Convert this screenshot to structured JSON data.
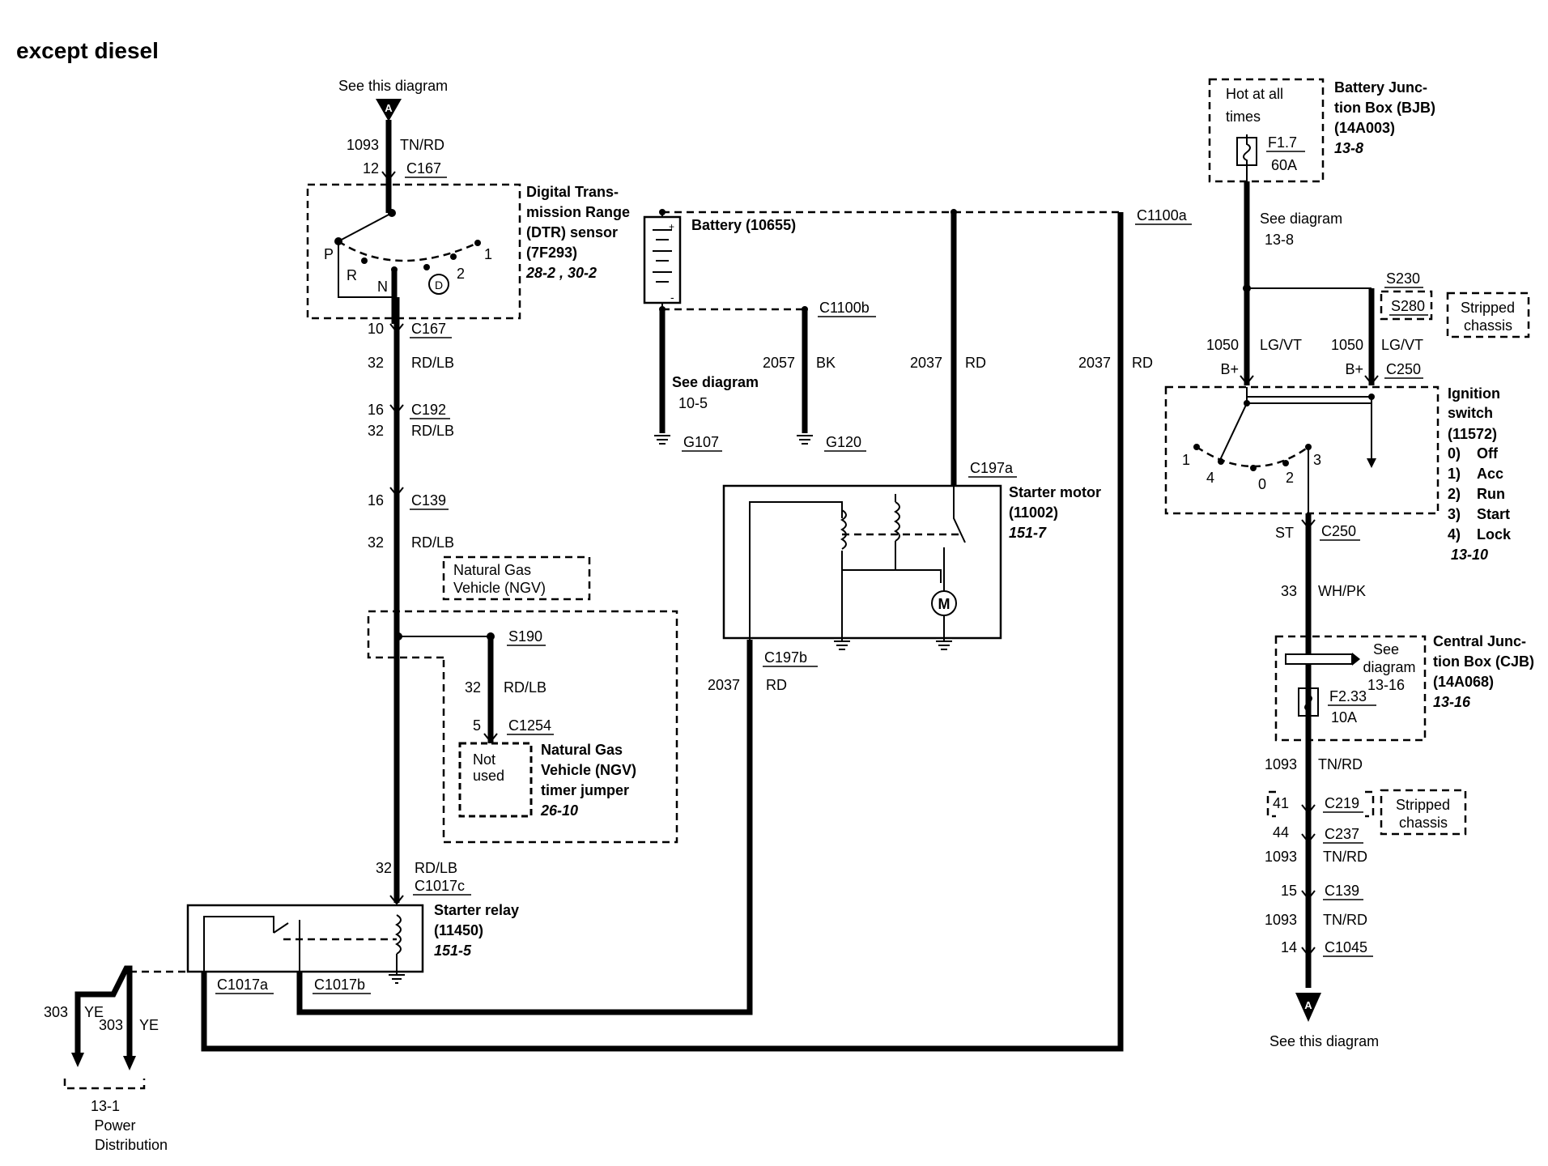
{
  "title": "except diesel",
  "connector_a": {
    "letter": "A",
    "top_text": "See this diagram",
    "bottom_text": "See this diagram"
  },
  "dtr_sensor": {
    "wire_top": "1093",
    "color_top": "TN/RD",
    "pin_top": "12",
    "conn_top": "C167",
    "title_lines": [
      "Digital Trans-",
      "mission Range",
      "(DTR) sensor",
      "(7F293)"
    ],
    "ref": "28-2 , 30-2",
    "positions": {
      "p": "P",
      "r": "R",
      "n": "N",
      "d": "D",
      "two": "2",
      "one": "1"
    },
    "pin_bottom": "10",
    "conn_bottom": "C167"
  },
  "left_wire": {
    "w1": "32",
    "c1": "RD/LB",
    "c192_pin1": "16",
    "c192": "C192",
    "c192_wire": "32",
    "c192_color": "RD/LB",
    "c139_pin": "16",
    "c139": "C139",
    "c139_wire": "32",
    "c139_color": "RD/LB"
  },
  "ngv": {
    "box_lines": [
      "Natural Gas",
      "Vehicle (NGV)"
    ],
    "splice": "S190",
    "wire": "32",
    "color": "RD/LB",
    "pin": "5",
    "conn": "C1254",
    "not_used_lines": [
      "Not",
      "used"
    ],
    "jumper_lines": [
      "Natural Gas",
      "Vehicle (NGV)",
      "timer jumper"
    ],
    "jumper_ref": "26-10"
  },
  "starter_relay": {
    "wire": "32",
    "color": "RD/LB",
    "conn_top": "C1017c",
    "title_lines": [
      "Starter relay",
      "(11450)"
    ],
    "ref": "151-5",
    "conn_a": "C1017a",
    "conn_b": "C1017b"
  },
  "power_dist": {
    "w1": "303",
    "c1": "YE",
    "w2": "303",
    "c2": "YE",
    "lines": [
      "13-1",
      "Power",
      "Distribution"
    ]
  },
  "battery": {
    "label": "Battery (10655)",
    "plus": "+",
    "minus": "-",
    "see_lines": [
      "See diagram",
      "10-5"
    ],
    "ground1": "G107",
    "conn_b": "C1100b",
    "wire_bk": "2057",
    "color_bk": "BK",
    "ground2": "G120",
    "conn_a": "C1100a"
  },
  "starter_motor": {
    "wire": "2037",
    "color": "RD",
    "conn_a": "C197a",
    "title_lines": [
      "Starter motor",
      "(11002)"
    ],
    "ref": "151-7",
    "motor_symbol": "M",
    "conn_b": "C197b",
    "wire_b": "2037",
    "color_b": "RD",
    "wire_right": "2037",
    "color_right": "RD"
  },
  "bjb": {
    "hot_lines": [
      "Hot at all",
      "times"
    ],
    "fuse": "F1.7",
    "amps": "60A",
    "title_lines": [
      "Battery Junc-",
      "tion Box (BJB)",
      "(14A003)"
    ],
    "ref": "13-8",
    "see_lines": [
      "See diagram",
      "13-8"
    ]
  },
  "ignition": {
    "s230": "S230",
    "s280": "S280",
    "stripped_lines": [
      "Stripped",
      "chassis"
    ],
    "w1": "1050",
    "c1": "LG/VT",
    "w2": "1050",
    "c2": "LG/VT",
    "bplus1": "B+",
    "bplus2": "B+",
    "conn": "C250",
    "pos": {
      "one": "1",
      "four": "4",
      "zero": "0",
      "two": "2",
      "three": "3"
    },
    "title_lines": [
      "Ignition",
      "switch",
      "(11572)"
    ],
    "states": [
      {
        "n": "0)",
        "s": "Off"
      },
      {
        "n": "1)",
        "s": "Acc"
      },
      {
        "n": "2)",
        "s": "Run"
      },
      {
        "n": "3)",
        "s": "Start"
      },
      {
        "n": "4)",
        "s": "Lock"
      }
    ],
    "ref": "13-10",
    "st": "ST",
    "conn_st": "C250",
    "wire_st": "33",
    "color_st": "WH/PK"
  },
  "cjb": {
    "see_lines": [
      "See",
      "diagram",
      "13-16"
    ],
    "fuse": "F2.33",
    "amps": "10A",
    "title_lines": [
      "Central Junc-",
      "tion Box (CJB)",
      "(14A068)"
    ],
    "ref": "13-16"
  },
  "right_bottom": {
    "w1": "1093",
    "c1": "TN/RD",
    "pin219": "41",
    "c219": "C219",
    "pin237": "44",
    "c237": "C237",
    "stripped_lines": [
      "Stripped",
      "chassis"
    ],
    "w2": "1093",
    "c2": "TN/RD",
    "pin139": "15",
    "c139": "C139",
    "w3": "1093",
    "c3": "TN/RD",
    "pin1045": "14",
    "c1045": "C1045"
  }
}
